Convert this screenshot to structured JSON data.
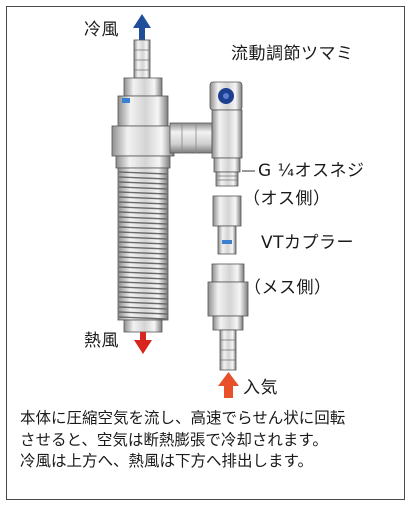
{
  "labels": {
    "cold_air": "冷風",
    "hot_air": "熱風",
    "flow_knob": "流動調節ツマミ",
    "g_thread": "G ¼オスネジ",
    "male_side": "（オス側）",
    "coupler": "VTカプラー",
    "female_side": "（メス側）",
    "air_inlet": "入気"
  },
  "caption": {
    "line1": "本体に圧縮空気を流し、高速でらせん状に回転",
    "line2": "させると、空気は断熱膨張で冷却されます。",
    "line3": "冷風は上方へ、熱風は下方へ排出します。"
  },
  "colors": {
    "cold_arrow": "#1f4f9a",
    "hot_arrow": "#d8261e",
    "inlet_arrow": "#e8502a",
    "metal_light": "#e8e8e8",
    "metal_dark": "#9a9a9a",
    "knob_blue": "#1d3f8f"
  }
}
